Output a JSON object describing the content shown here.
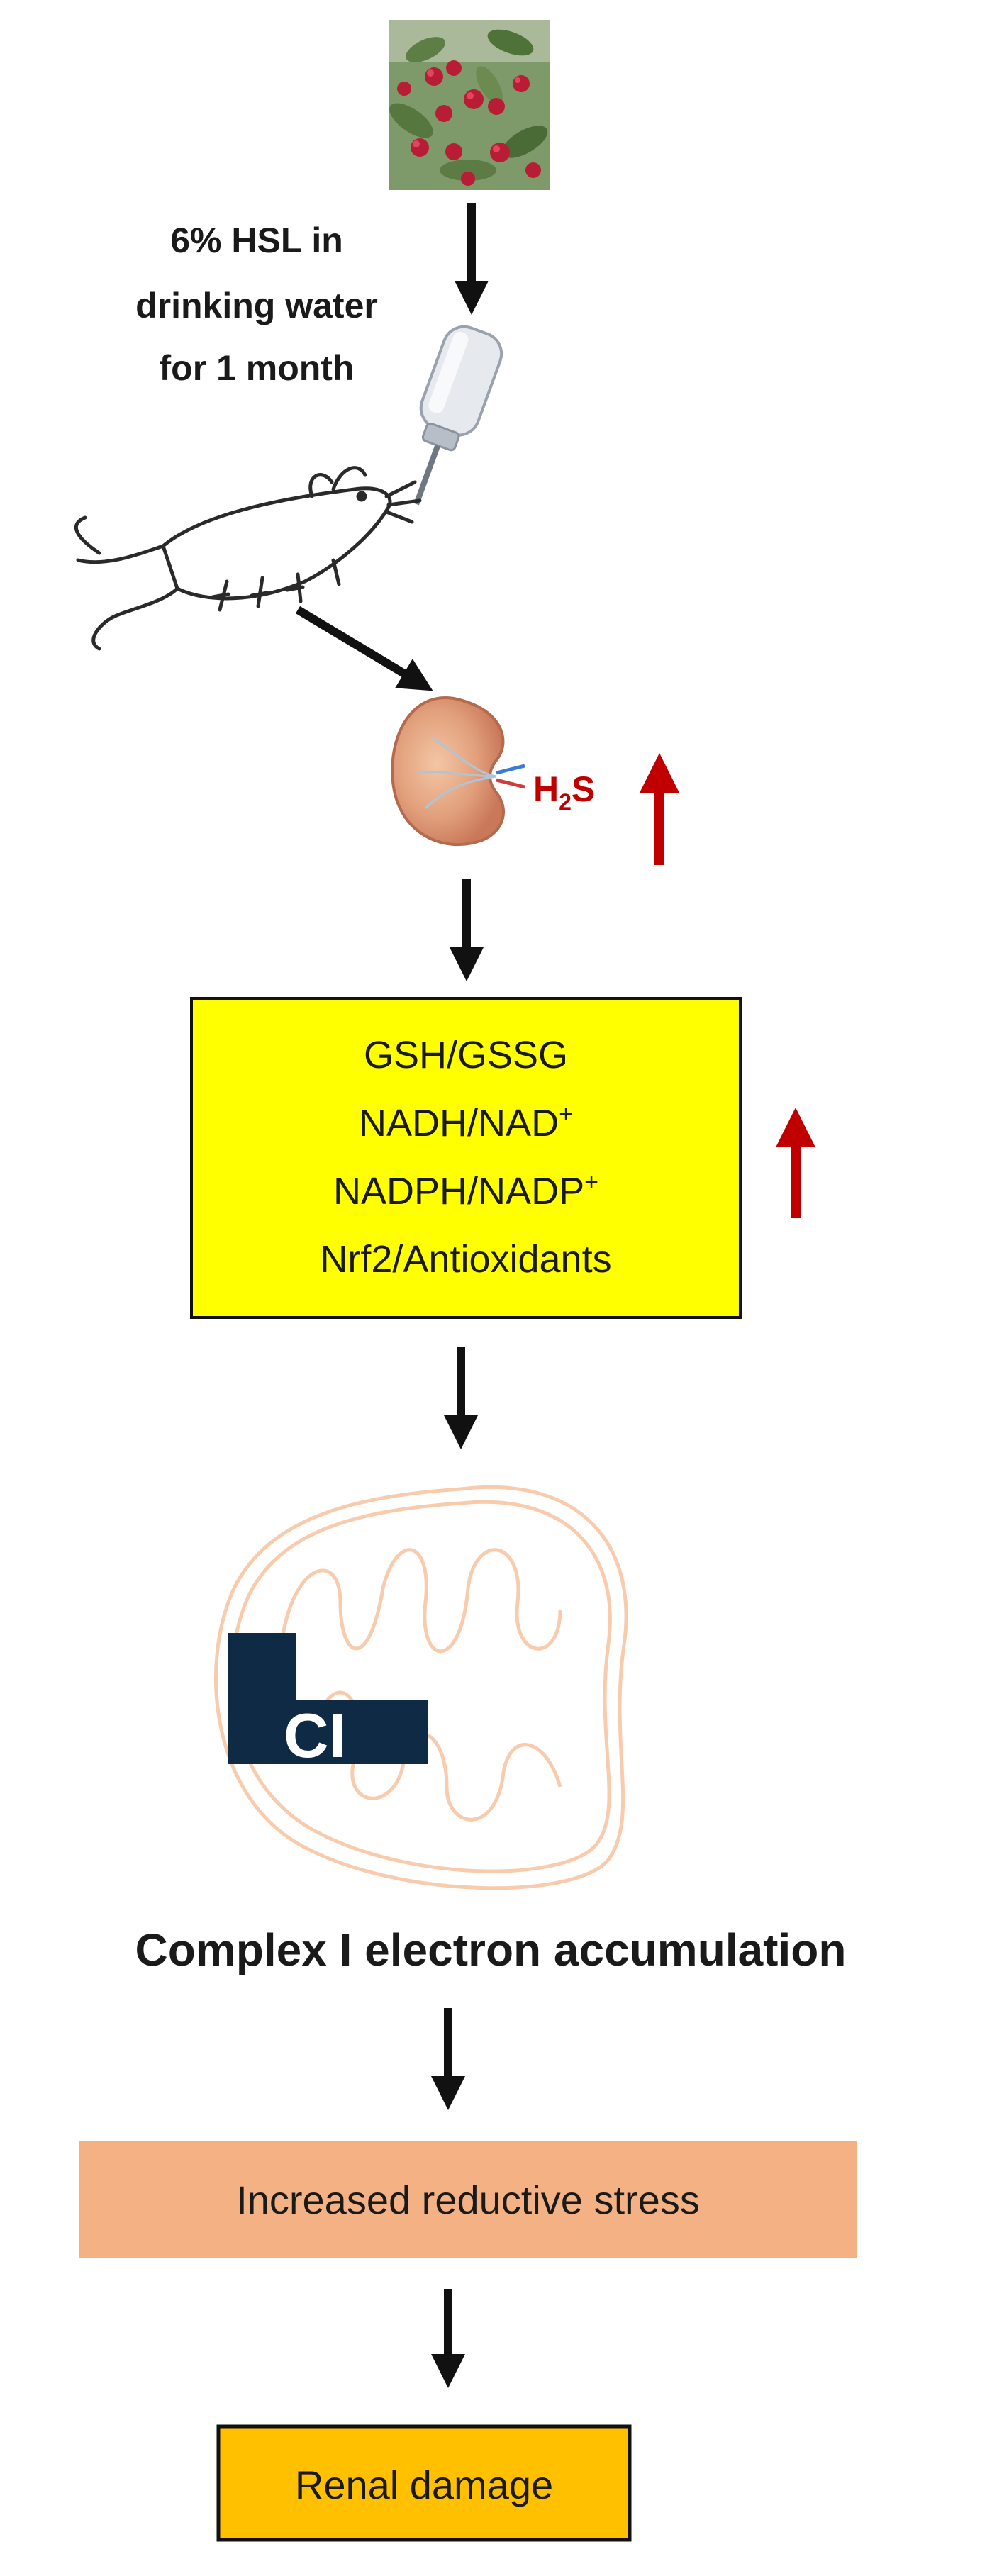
{
  "treatment": {
    "line1": "6% HSL in",
    "line2": "drinking water",
    "line3": "for 1 month"
  },
  "kidney_marker": {
    "prefix": "H",
    "subscript": "2",
    "suffix": "S"
  },
  "redox_box": {
    "line1": "GSH/GSSG",
    "line2_main": "NADH/NAD",
    "line2_sup": "+",
    "line3_main": "NADPH/NADP",
    "line3_sup": "+",
    "line4": "Nrf2/Antioxidants"
  },
  "complex_badge": "CI",
  "complex_caption": "Complex I electron accumulation",
  "reductive_stress_box": "Increased reductive stress",
  "renal_damage_box": "Renal damage",
  "colors": {
    "arrow_black": "#111111",
    "arrow_red": "#c00000",
    "redox_box_fill": "#ffff00",
    "stress_box_fill": "#f4b183",
    "damage_box_fill": "#ffc000",
    "complex_fill": "#0f2a45",
    "mito_outline": "#f8cbad"
  },
  "icons": [
    "hibiscus-plant-photo",
    "water-bottle-icon",
    "mouse-icon",
    "kidney-icon",
    "mitochondrion-icon"
  ]
}
